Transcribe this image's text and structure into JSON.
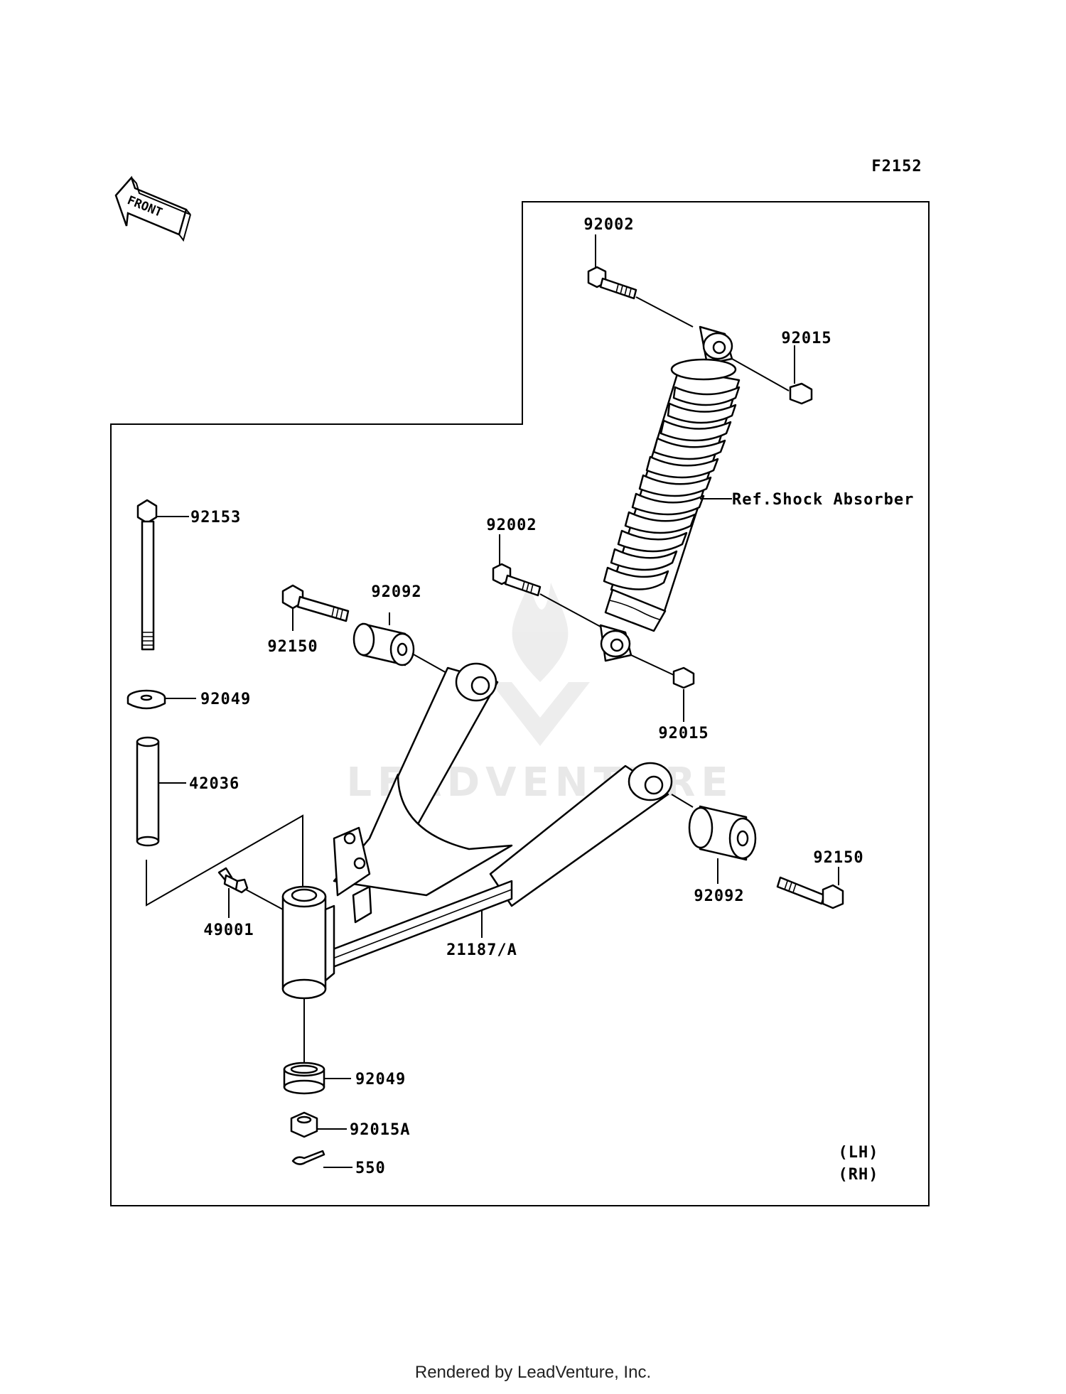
{
  "diagram_code": "F2152",
  "front_label": "FRONT",
  "watermark": "LEADVENTURE",
  "parts": {
    "p92002_top": "92002",
    "p92015_top": "92015",
    "ref_shock": "Ref.Shock Absorber",
    "p92002_mid": "92002",
    "p92015_mid": "92015",
    "p92153": "92153",
    "p92150_left": "92150",
    "p92092_left": "92092",
    "p92049_top": "92049",
    "p42036": "42036",
    "p92150_right": "92150",
    "p92092_right": "92092",
    "p49001": "49001",
    "p21187": "21187/A",
    "p92049_bottom": "92049",
    "p92015A": "92015A",
    "p550": "550"
  },
  "side_labels": {
    "lh": "(LH)",
    "rh": "(RH)"
  },
  "footer": "Rendered by LeadVenture, Inc."
}
